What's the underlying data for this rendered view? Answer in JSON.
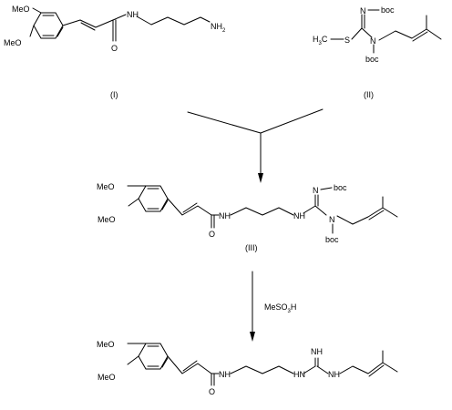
{
  "scheme": {
    "labels": {
      "compound_1": "(I)",
      "compound_2": "(II)",
      "compound_3": "(III)",
      "reagent": "MeSO",
      "reagent_sub": "3",
      "reagent_tail": "H"
    },
    "atoms": {
      "meo": "MeO",
      "nh": "NH",
      "n": "N",
      "nh2": "NH",
      "nh2_sub": "2",
      "h3c": "H",
      "h3c_sub": "3",
      "h3c_tail": "C",
      "s": "S",
      "o": "O",
      "boc": "boc",
      "hn": "HN",
      "h": "H",
      "nh_imine": "NH"
    }
  }
}
